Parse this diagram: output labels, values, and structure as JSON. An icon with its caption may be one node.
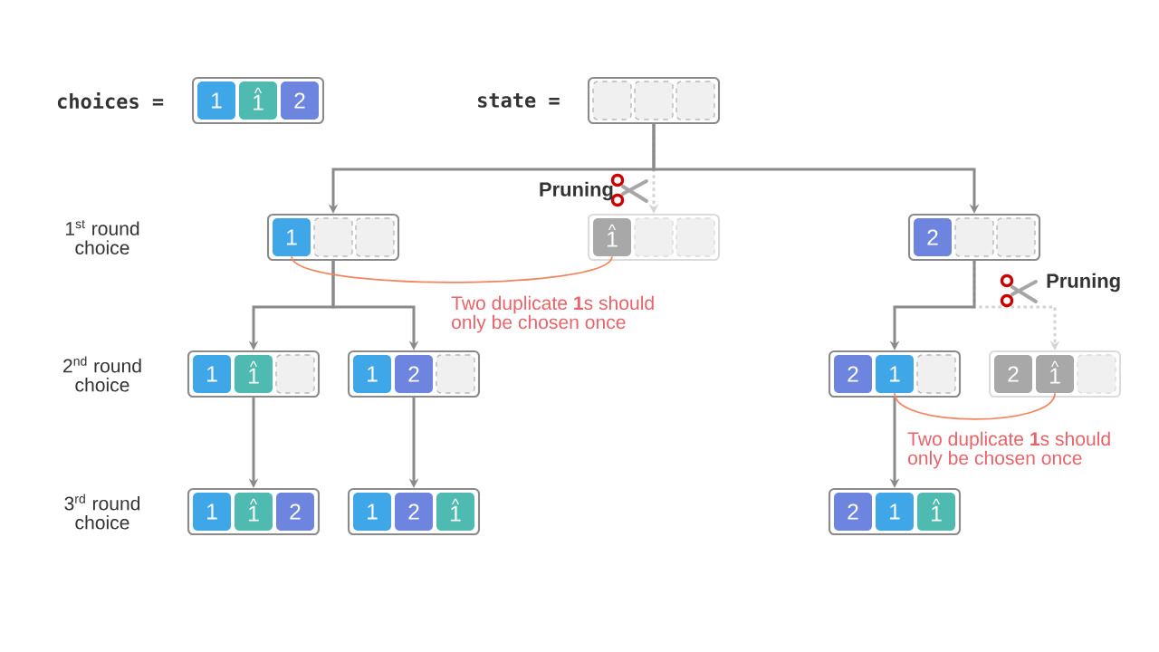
{
  "diagram": {
    "nodes": [
      {
        "text": [],
        "shape": "box"
      },
      {
        "text": [
          "1"
        ],
        "in": 0
      },
      {
        "text": [
          "^",
          "1"
        ],
        "in": 0
      },
      {
        "text": [
          "2"
        ],
        "in": 0
      },
      {
        "text": [],
        "shape": "box"
      },
      {
        "text": [],
        "shape": "box",
        "in": 4
      },
      {
        "text": [],
        "shape": "box",
        "in": 4
      },
      {
        "text": [],
        "shape": "box",
        "in": 4
      },
      {
        "text": [],
        "shape": "box"
      },
      {
        "text": [
          "1"
        ],
        "in": 8
      },
      {
        "text": [],
        "shape": "box",
        "in": 8
      },
      {
        "text": [],
        "shape": "box",
        "in": 8
      },
      {
        "text": [],
        "shape": "box"
      },
      {
        "text": [
          "^",
          "1"
        ],
        "in": 12
      },
      {
        "text": [],
        "shape": "box",
        "in": 12
      },
      {
        "text": [],
        "shape": "box",
        "in": 12
      },
      {
        "text": [],
        "shape": "box"
      },
      {
        "text": [
          "2"
        ],
        "in": 16
      },
      {
        "text": [],
        "shape": "box",
        "in": 16
      },
      {
        "text": [],
        "shape": "box",
        "in": 16
      },
      {
        "text": [],
        "shape": "box"
      },
      {
        "text": [
          "1"
        ],
        "in": 20
      },
      {
        "text": [
          "^",
          "1"
        ],
        "in": 20
      },
      {
        "text": [],
        "shape": "box",
        "in": 20
      },
      {
        "text": [],
        "shape": "box"
      },
      {
        "text": [
          "1"
        ],
        "in": 24
      },
      {
        "text": [
          "2"
        ],
        "in": 24
      },
      {
        "text": [],
        "shape": "box",
        "in": 24
      },
      {
        "text": [],
        "shape": "box"
      },
      {
        "text": [
          "2"
        ],
        "in": 28
      },
      {
        "text": [
          "1"
        ],
        "in": 28
      },
      {
        "text": [],
        "shape": "box",
        "in": 28
      },
      {
        "text": [],
        "shape": "box"
      },
      {
        "text": [
          "2"
        ],
        "in": 32
      },
      {
        "text": [
          "^",
          "1"
        ],
        "in": 32
      },
      {
        "text": [],
        "shape": "box",
        "in": 32
      },
      {
        "text": [],
        "shape": "box"
      },
      {
        "text": [
          "1"
        ],
        "in": 36
      },
      {
        "text": [
          "^",
          "1"
        ],
        "in": 36
      },
      {
        "text": [
          "2"
        ],
        "in": 36
      },
      {
        "text": [],
        "shape": "box"
      },
      {
        "text": [
          "1"
        ],
        "in": 40
      },
      {
        "text": [
          "2"
        ],
        "in": 40
      },
      {
        "text": [
          "^",
          "1"
        ],
        "in": 40
      },
      {
        "text": [],
        "shape": "box"
      },
      {
        "text": [
          "2"
        ],
        "in": 44
      },
      {
        "text": [
          "1"
        ],
        "in": 44
      },
      {
        "text": [
          "^",
          "1"
        ],
        "in": 44
      }
    ],
    "edges": [
      {
        "from": 4,
        "to": 8,
        "arrow": "to"
      },
      {
        "from": 4,
        "to": 12,
        "arrow": "to",
        "style": "dashed",
        "color": "#d4d4d4"
      },
      {
        "from": 4,
        "to": 16,
        "arrow": "to"
      },
      {
        "from": 8,
        "to": 20,
        "arrow": "to"
      },
      {
        "from": 8,
        "to": 24,
        "arrow": "to"
      },
      {
        "from": 16,
        "to": 28,
        "arrow": "to"
      },
      {
        "from": 16,
        "to": 32,
        "arrow": "to",
        "style": "dashed",
        "color": "#d4d4d4"
      },
      {
        "from": 20,
        "to": 36,
        "arrow": "to"
      },
      {
        "from": 24,
        "to": 40,
        "arrow": "to"
      },
      {
        "from": 28,
        "to": 44,
        "arrow": "to"
      },
      {
        "from": 9,
        "to": 13,
        "arrow": "none",
        "color": "#f4845f"
      },
      {
        "from": 30,
        "to": 34,
        "arrow": "none",
        "color": "#f4845f"
      }
    ],
    "labels": [
      "choices =",
      "state =",
      "Pruning",
      "1$^{st}$ round choice",
      "Two duplicate **1**s should only be chosen once",
      "Pruning",
      "2$^{nd}$ round choice",
      "Two duplicate **1**s should only be chosen once",
      "3$^{rd}$ round choice"
    ]
  }
}
